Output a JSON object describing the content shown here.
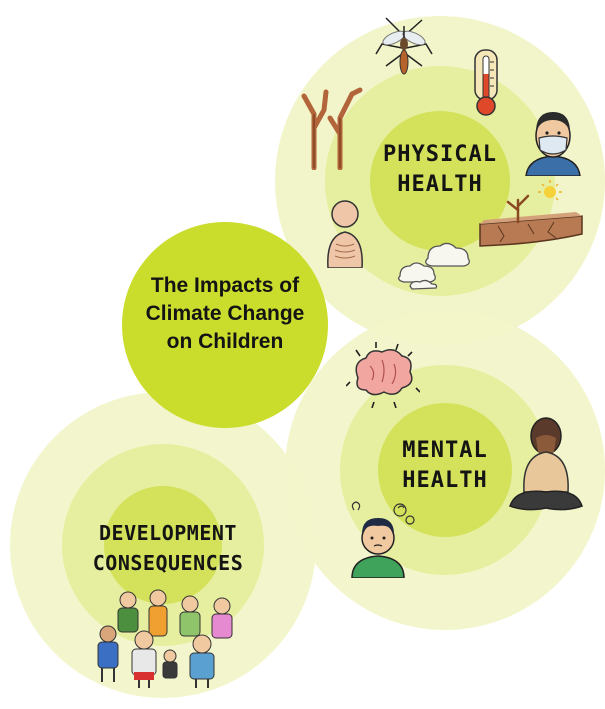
{
  "colors": {
    "outer_ring": "#f2f5c9",
    "middle_ring": "#e6ef9f",
    "inner_ring": "#d3e25a",
    "center_fill": "#cadd2c",
    "text": "#141414"
  },
  "center": {
    "title_line1": "The Impacts of",
    "title_line2": "Climate Change",
    "title_line3": "on Children"
  },
  "physical": {
    "line1": "PHYSICAL",
    "line2": "HEALTH",
    "icons": [
      "mosquito-icon",
      "thermometer-icon",
      "masked-person-icon",
      "dead-trees-icon",
      "malnourished-child-icon",
      "drought-icon",
      "clouds-icon"
    ]
  },
  "mental": {
    "line1": "MENTAL",
    "line2": "HEALTH",
    "icons": [
      "stressed-brain-icon",
      "distressed-woman-icon",
      "worried-boy-icon"
    ]
  },
  "development": {
    "line1": "DEVELOPMENT",
    "line2": "CONSEQUENCES",
    "icons": [
      "children-group-icon"
    ]
  }
}
